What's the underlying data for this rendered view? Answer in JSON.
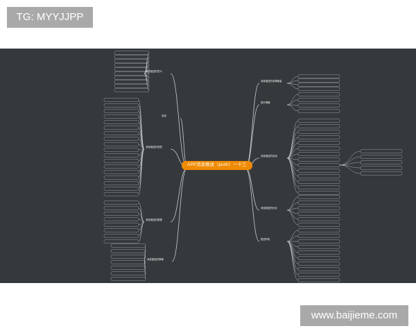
{
  "watermark_top": "TG: MYYJJPP",
  "watermark_bottom": "www.baijieme.com",
  "root_title": "APP消息推送（push）一十三",
  "branches": [
    "消息推送的意义",
    "消息推送的类型",
    "消息推送的原理",
    "消息推送的策略",
    "消息推送的效果衡量",
    "提升策略",
    "消息推送的应用",
    "消息推送的优化",
    "推送时机",
    "总结"
  ],
  "colors": {
    "canvas": "#35393c",
    "line": "#c9cfd4",
    "root": "#f08a00",
    "watermark": "#a9a9a9"
  }
}
